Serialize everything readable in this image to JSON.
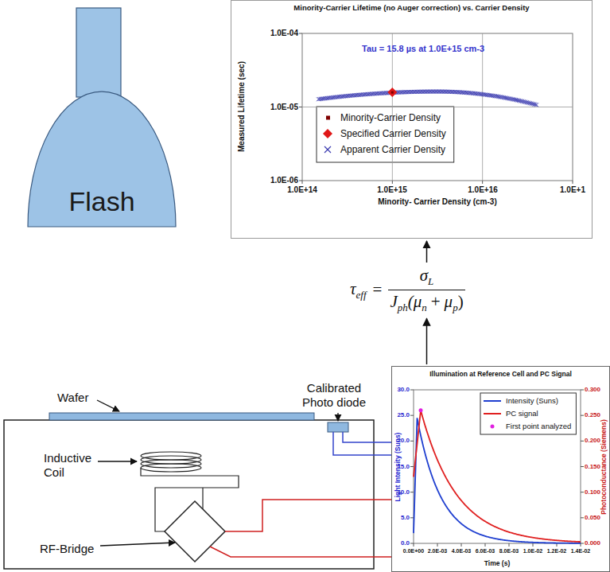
{
  "diagram": {
    "nodes": [
      {
        "text": [
          "Flash"
        ]
      },
      {
        "text": [
          "Minority-Carrier Lifetime (no Auger correction) vs. Carrier Density"
        ]
      },
      {
        "text": [
          "Illumination at Reference Cell and PC Signal"
        ]
      }
    ],
    "labels": [
      "Tau = 15.8 µs at 1.0E+15 cm-3",
      "Measured Lifetime (sec)",
      "1.0E-04",
      "1.0E-05",
      "1.0E-06",
      "1.0E+14",
      "1.0E+15",
      "1.0E+16",
      "1.0E+1",
      "Minority- Carrier Density (cm-3)",
      "τ",
      "eff",
      "=",
      "σ",
      "L",
      "J",
      "ph",
      "(μ",
      "n",
      "+",
      "μ",
      "p",
      ")",
      "Light Intensity (Suns)",
      "Photoconductance (Siemens)",
      "Time (s)",
      "0.0",
      "5.0",
      "10.0",
      "15.0",
      "20.0",
      "25.0",
      "30.0",
      "0.000",
      "0.050",
      "0.100",
      "0.150",
      "0.200",
      "0.250",
      "0.300",
      "0.0E+00",
      "2.0E-03",
      "4.0E-03",
      "6.0E-03",
      "8.0E-03",
      "1.0E-02",
      "1.2E-02",
      "1.4E-02",
      "Wafer",
      "Calibrated Photo diode",
      "Inductive Coil",
      "RF-Bridge"
    ],
    "legend": [
      {
        "text": "Minority-Carrier Density"
      },
      {
        "text": "Specified Carrier Density"
      },
      {
        "text": "Apparent Carrier Density"
      },
      {
        "text": "Intensity (Suns)"
      },
      {
        "text": "PC signal"
      },
      {
        "text": "First point analyzed"
      }
    ]
  }
}
